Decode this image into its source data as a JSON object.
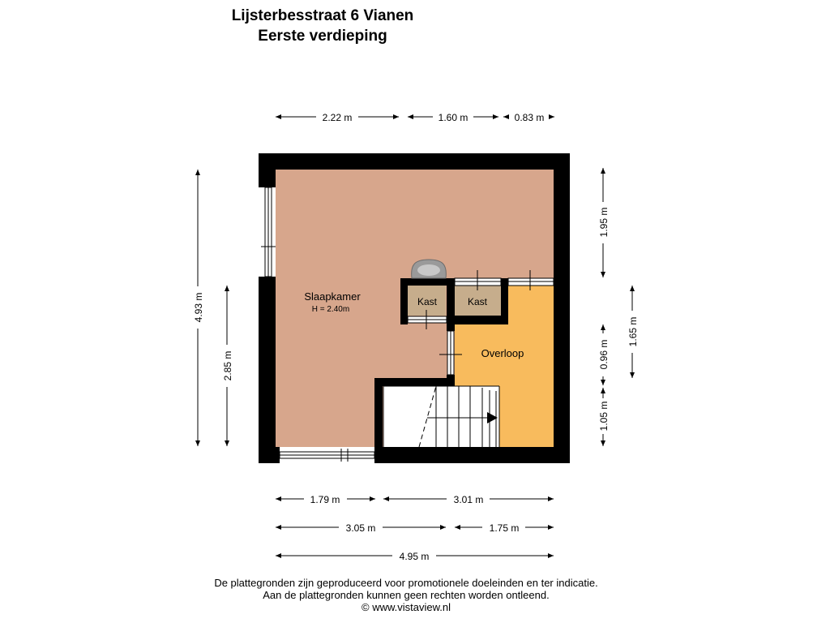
{
  "header": {
    "address": "Lijsterbesstraat 6 Vianen",
    "floor": "Eerste verdieping"
  },
  "rooms": {
    "bedroom": {
      "name": "Slaapkamer",
      "height": "H = 2.40m"
    },
    "closet_1": "Kast",
    "closet_2": "Kast",
    "landing": "Overloop"
  },
  "dimensions": {
    "top": [
      "2.22 m",
      "1.60 m",
      "0.83 m"
    ],
    "bottom_row_1": [
      "1.79 m",
      "3.01 m"
    ],
    "bottom_row_2": [
      "3.05 m",
      "1.75 m"
    ],
    "bottom_total": "4.95 m",
    "left_outer": "4.93 m",
    "left_inner": "2.85 m",
    "right_inner": [
      "1.95 m",
      "0.96 m",
      "1.05 m"
    ],
    "right_outer": "1.65 m"
  },
  "footer": {
    "line1": "De plattegronden zijn geproduceerd voor promotionele doeleinden en ter indicatie.",
    "line2": "Aan de plattegronden kunnen geen rechten worden ontleend.",
    "line3": "© www.vistaview.nl"
  },
  "colors": {
    "wall": "#000000",
    "bedroom_floor": "#d7a68c",
    "landing_floor": "#f8bb5d",
    "closet_floor": "#c6ad8c",
    "stairs": "#ffffff"
  }
}
